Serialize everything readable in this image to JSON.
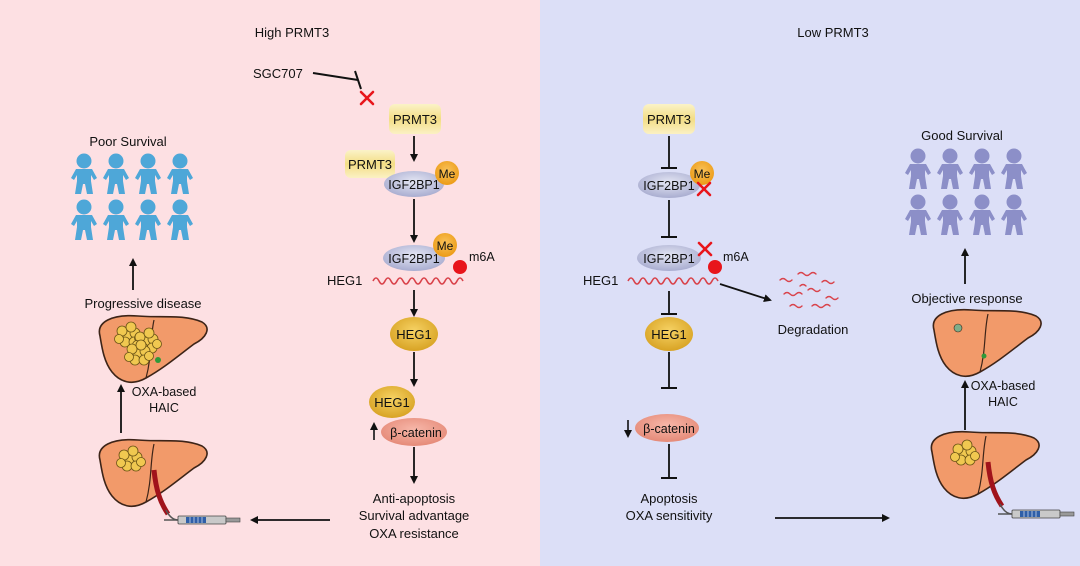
{
  "left": {
    "title": "High PRMT3",
    "inhibitor": "SGC707",
    "prmt3": "PRMT3",
    "prmt3_bound": "PRMT3",
    "igf2bp1_a": "IGF2BP1",
    "igf2bp1_b": "IGF2BP1",
    "me_a": "Me",
    "me_b": "Me",
    "m6a": "m6A",
    "heg1_mrna": "HEG1",
    "heg1_protein": "HEG1",
    "heg1_complex": "HEG1",
    "beta_catenin": "β-catenin",
    "outcome_1": "Anti-apoptosis",
    "outcome_2": "Survival advantage",
    "outcome_3": "OXA resistance",
    "treatment_1": "OXA-based",
    "treatment_2": "HAIC",
    "disease": "Progressive disease",
    "survival": "Poor Survival"
  },
  "right": {
    "title": "Low PRMT3",
    "prmt3": "PRMT3",
    "igf2bp1_a": "IGF2BP1",
    "igf2bp1_b": "IGF2BP1",
    "me": "Me",
    "m6a": "m6A",
    "heg1_mrna": "HEG1",
    "heg1_protein": "HEG1",
    "degradation": "Degradation",
    "beta_catenin": "β-catenin",
    "outcome_1": "Apoptosis",
    "outcome_2": "OXA sensitivity",
    "treatment_1": "OXA-based",
    "treatment_2": "HAIC",
    "response": "Objective response",
    "survival": "Good Survival"
  },
  "colors": {
    "left_bg": "#fde0e3",
    "right_bg": "#dcdff7",
    "prmt3_fill": "#f6e6a3",
    "igf2bp1_fill": "#bcc0dc",
    "me_fill": "#f1a82a",
    "heg1_fill": "#e8b83a",
    "beta_catenin_fill": "#f0a090",
    "m6a_dot": "#e8151b",
    "mrna_line": "#d9434b",
    "person_left": "#4ea7d8",
    "person_right": "#8c8fc8",
    "liver": "#f29a6a",
    "tumor": "#f0c850"
  },
  "icons": [
    "inhibit-icon",
    "cross-icon",
    "person-icon",
    "liver-icon",
    "syringe-icon",
    "arrow-icon"
  ]
}
